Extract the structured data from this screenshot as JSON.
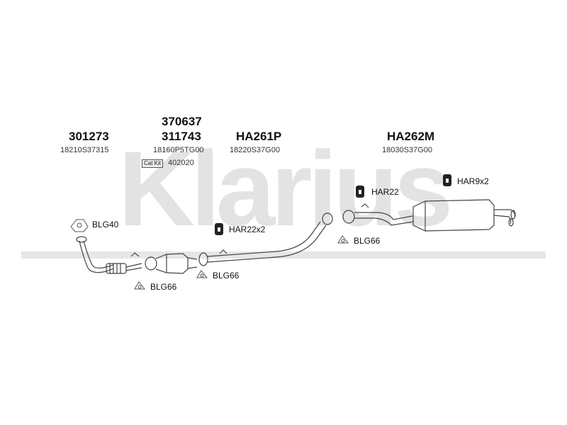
{
  "watermark": {
    "text": "Klarius"
  },
  "columns": [
    {
      "top_code": "",
      "code": "301273",
      "oem": "18210S37315"
    },
    {
      "top_code": "370637",
      "code": "311743",
      "oem": "18160P5TG00"
    },
    {
      "top_code": "",
      "code": "HA261P",
      "oem": "18220S37G00"
    },
    {
      "top_code": "",
      "code": "HA262M",
      "oem": "18030S37G00"
    }
  ],
  "kit": {
    "badge": "Cat Kit",
    "number": "402020"
  },
  "parts": {
    "blg40": "BLG40",
    "blg66_a": "BLG66",
    "blg66_b": "BLG66",
    "blg66_c": "BLG66",
    "har22x2": "HAR22x2",
    "har22": "HAR22",
    "har9x2": "HAR9x2"
  },
  "colors": {
    "watermark": "#e3e3e3",
    "line": "#444444",
    "text": "#111111"
  }
}
